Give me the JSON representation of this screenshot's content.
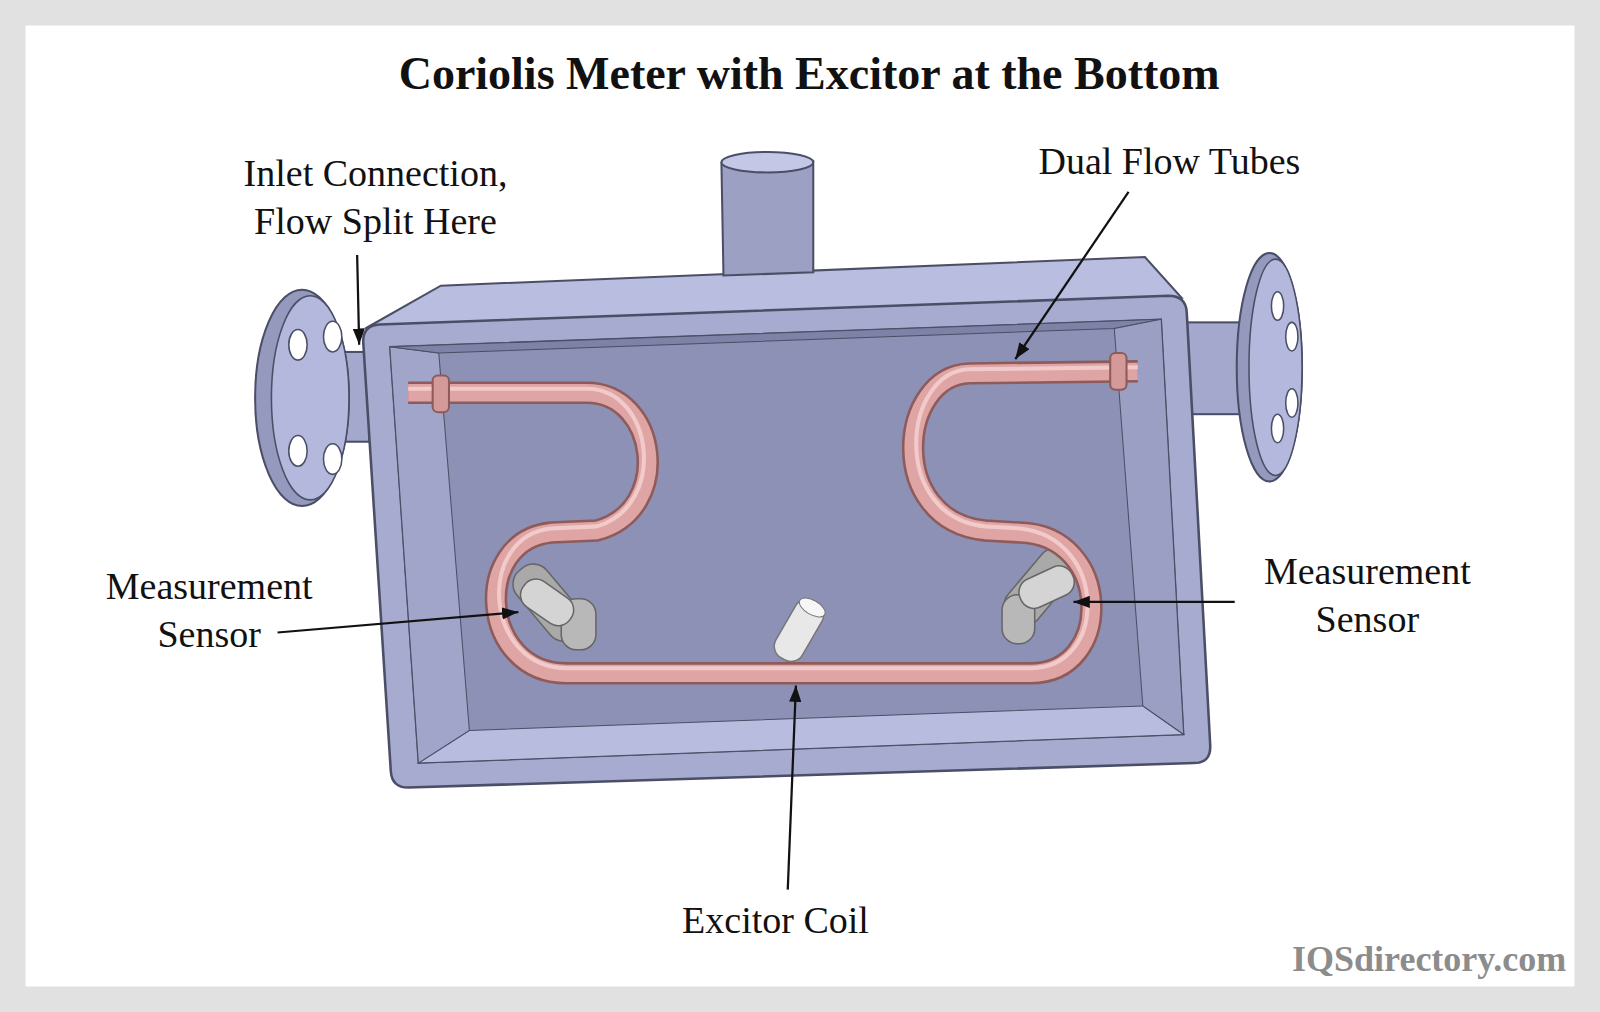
{
  "diagram": {
    "title": "Coriolis Meter with Excitor at the Bottom",
    "labels": [
      "Inlet Connection, Flow Split Here",
      "Dual Flow Tubes",
      "Measurement Sensor",
      "Measurement Sensor",
      "Excitor Coil",
      "IQSdirectory.com"
    ]
  }
}
